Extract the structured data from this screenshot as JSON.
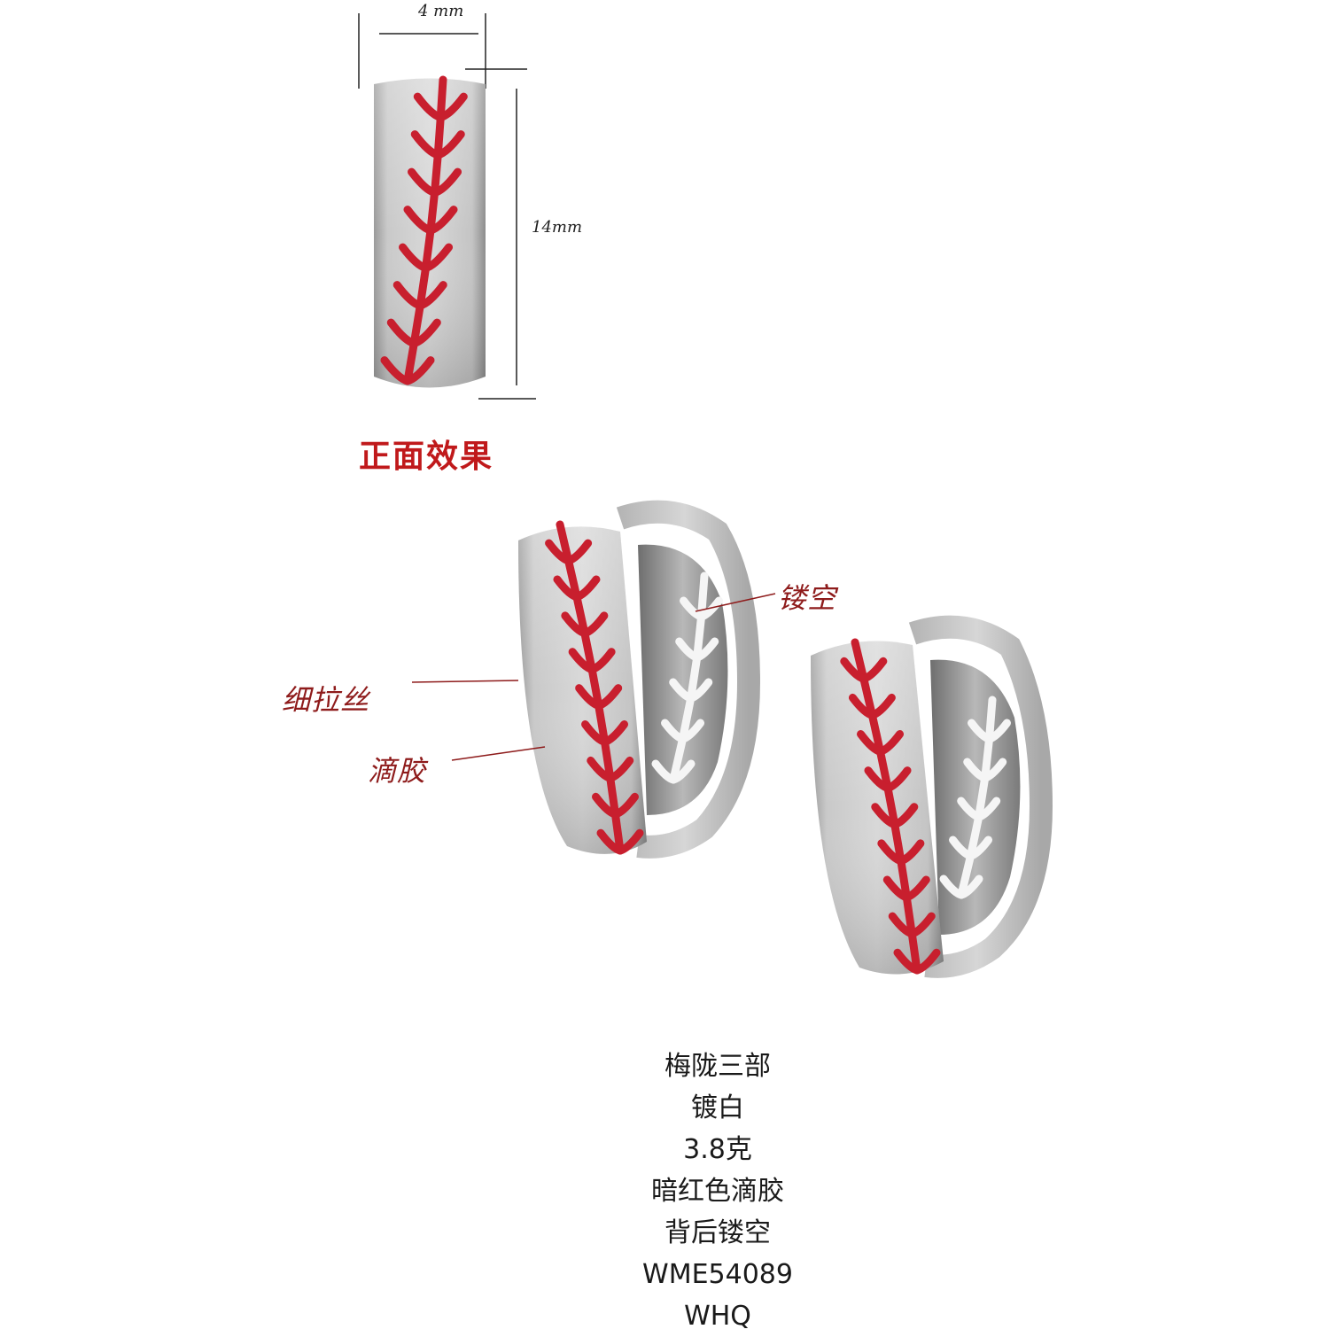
{
  "dimensions": {
    "width_label": "4 mm",
    "height_label": "14mm"
  },
  "front_caption": "正面效果",
  "annotations": {
    "hollow": "镂空",
    "brushed": "细拉丝",
    "epoxy": "滴胶"
  },
  "specs": [
    "梅陇三部",
    "镀白",
    "3.8克",
    "暗红色滴胶",
    "背后镂空",
    "WME54089",
    "WHQ"
  ],
  "colors": {
    "stitch_red": "#c81f2e",
    "metal": "#c9c9c9",
    "caption_red": "#c0191b"
  }
}
